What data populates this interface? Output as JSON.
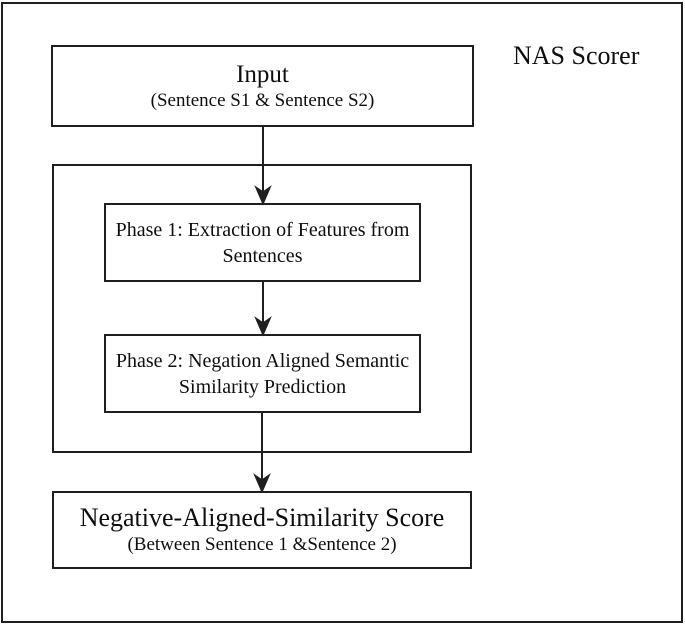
{
  "page": {
    "background": "#ffffff",
    "line_color": "#1f1f1f",
    "text_color": "#0e0e0e"
  },
  "scorer_label": "NAS Scorer",
  "boxes": {
    "input": {
      "title": "Input",
      "subtitle": "(Sentence S1 & Sentence S2)"
    },
    "phase1": {
      "line1": "Phase 1: Extraction of Features from",
      "line2": "Sentences"
    },
    "phase2": {
      "line1": "Phase 2: Negation Aligned Semantic",
      "line2": "Similarity Prediction"
    },
    "output": {
      "title": "Negative-Aligned-Similarity Score",
      "subtitle": "(Between Sentence 1 &Sentence 2)"
    }
  }
}
